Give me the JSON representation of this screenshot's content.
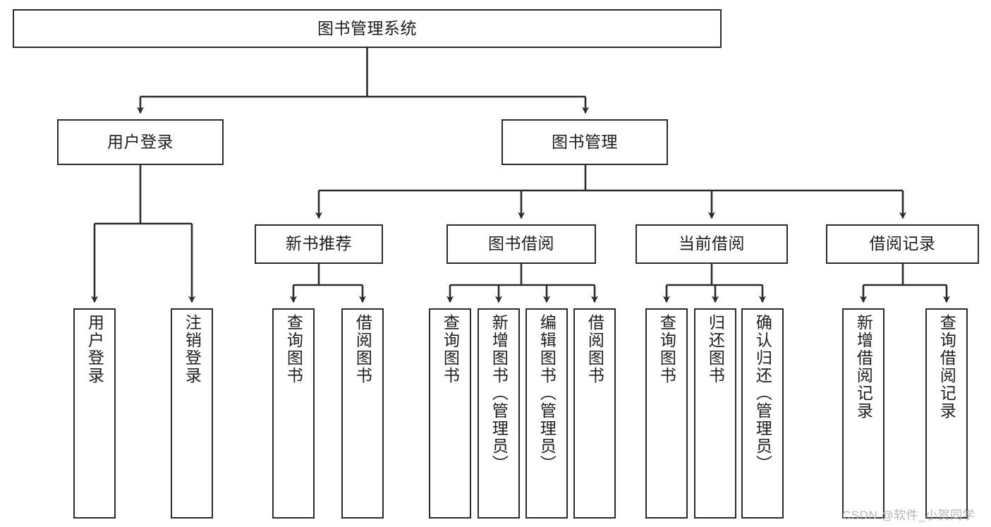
{
  "diagram": {
    "title": "图书管理系统",
    "type": "tree-hierarchy-chart",
    "root": {
      "id": "root",
      "label": "图书管理系统"
    },
    "level2": [
      {
        "id": "user-login",
        "label": "用户登录"
      },
      {
        "id": "book-management",
        "label": "图书管理"
      }
    ],
    "level3": [
      {
        "id": "new-book-recommend",
        "label": "新书推荐",
        "parent": "book-management"
      },
      {
        "id": "book-borrow",
        "label": "图书借阅",
        "parent": "book-management"
      },
      {
        "id": "current-borrow",
        "label": "当前借阅",
        "parent": "book-management"
      },
      {
        "id": "borrow-record",
        "label": "借阅记录",
        "parent": "book-management"
      }
    ],
    "leaves": [
      {
        "id": "leaf-user-login",
        "label": "用户登录",
        "parent": "user-login"
      },
      {
        "id": "leaf-logout-login",
        "label": "注销登录",
        "parent": "user-login"
      },
      {
        "id": "leaf-query-book-1",
        "label": "查询图书",
        "parent": "new-book-recommend"
      },
      {
        "id": "leaf-borrow-book-1",
        "label": "借阅图书",
        "parent": "new-book-recommend"
      },
      {
        "id": "leaf-query-book-2",
        "label": "查询图书",
        "parent": "book-borrow"
      },
      {
        "id": "leaf-add-book",
        "label": "新增图书（管理员）",
        "parent": "book-borrow"
      },
      {
        "id": "leaf-edit-book",
        "label": "编辑图书（管理员）",
        "parent": "book-borrow"
      },
      {
        "id": "leaf-borrow-book-2",
        "label": "借阅图书",
        "parent": "book-borrow"
      },
      {
        "id": "leaf-query-book-3",
        "label": "查询图书",
        "parent": "current-borrow"
      },
      {
        "id": "leaf-return-book",
        "label": "归还图书",
        "parent": "current-borrow"
      },
      {
        "id": "leaf-confirm-return",
        "label": "确认归还（管理员）",
        "parent": "current-borrow"
      },
      {
        "id": "leaf-add-record",
        "label": "新增借阅记录",
        "parent": "borrow-record"
      },
      {
        "id": "leaf-query-record",
        "label": "查询借阅记录",
        "parent": "borrow-record"
      }
    ]
  },
  "watermark": {
    "text": "CSDN @软件_小贺同学"
  },
  "colors": {
    "background": "#ffffff",
    "node_border": "#2b2b2b",
    "node_fill": "#ffffff",
    "text": "#1d1d1d",
    "edge": "#2b2b2b",
    "watermark": "#b6b6b6"
  }
}
